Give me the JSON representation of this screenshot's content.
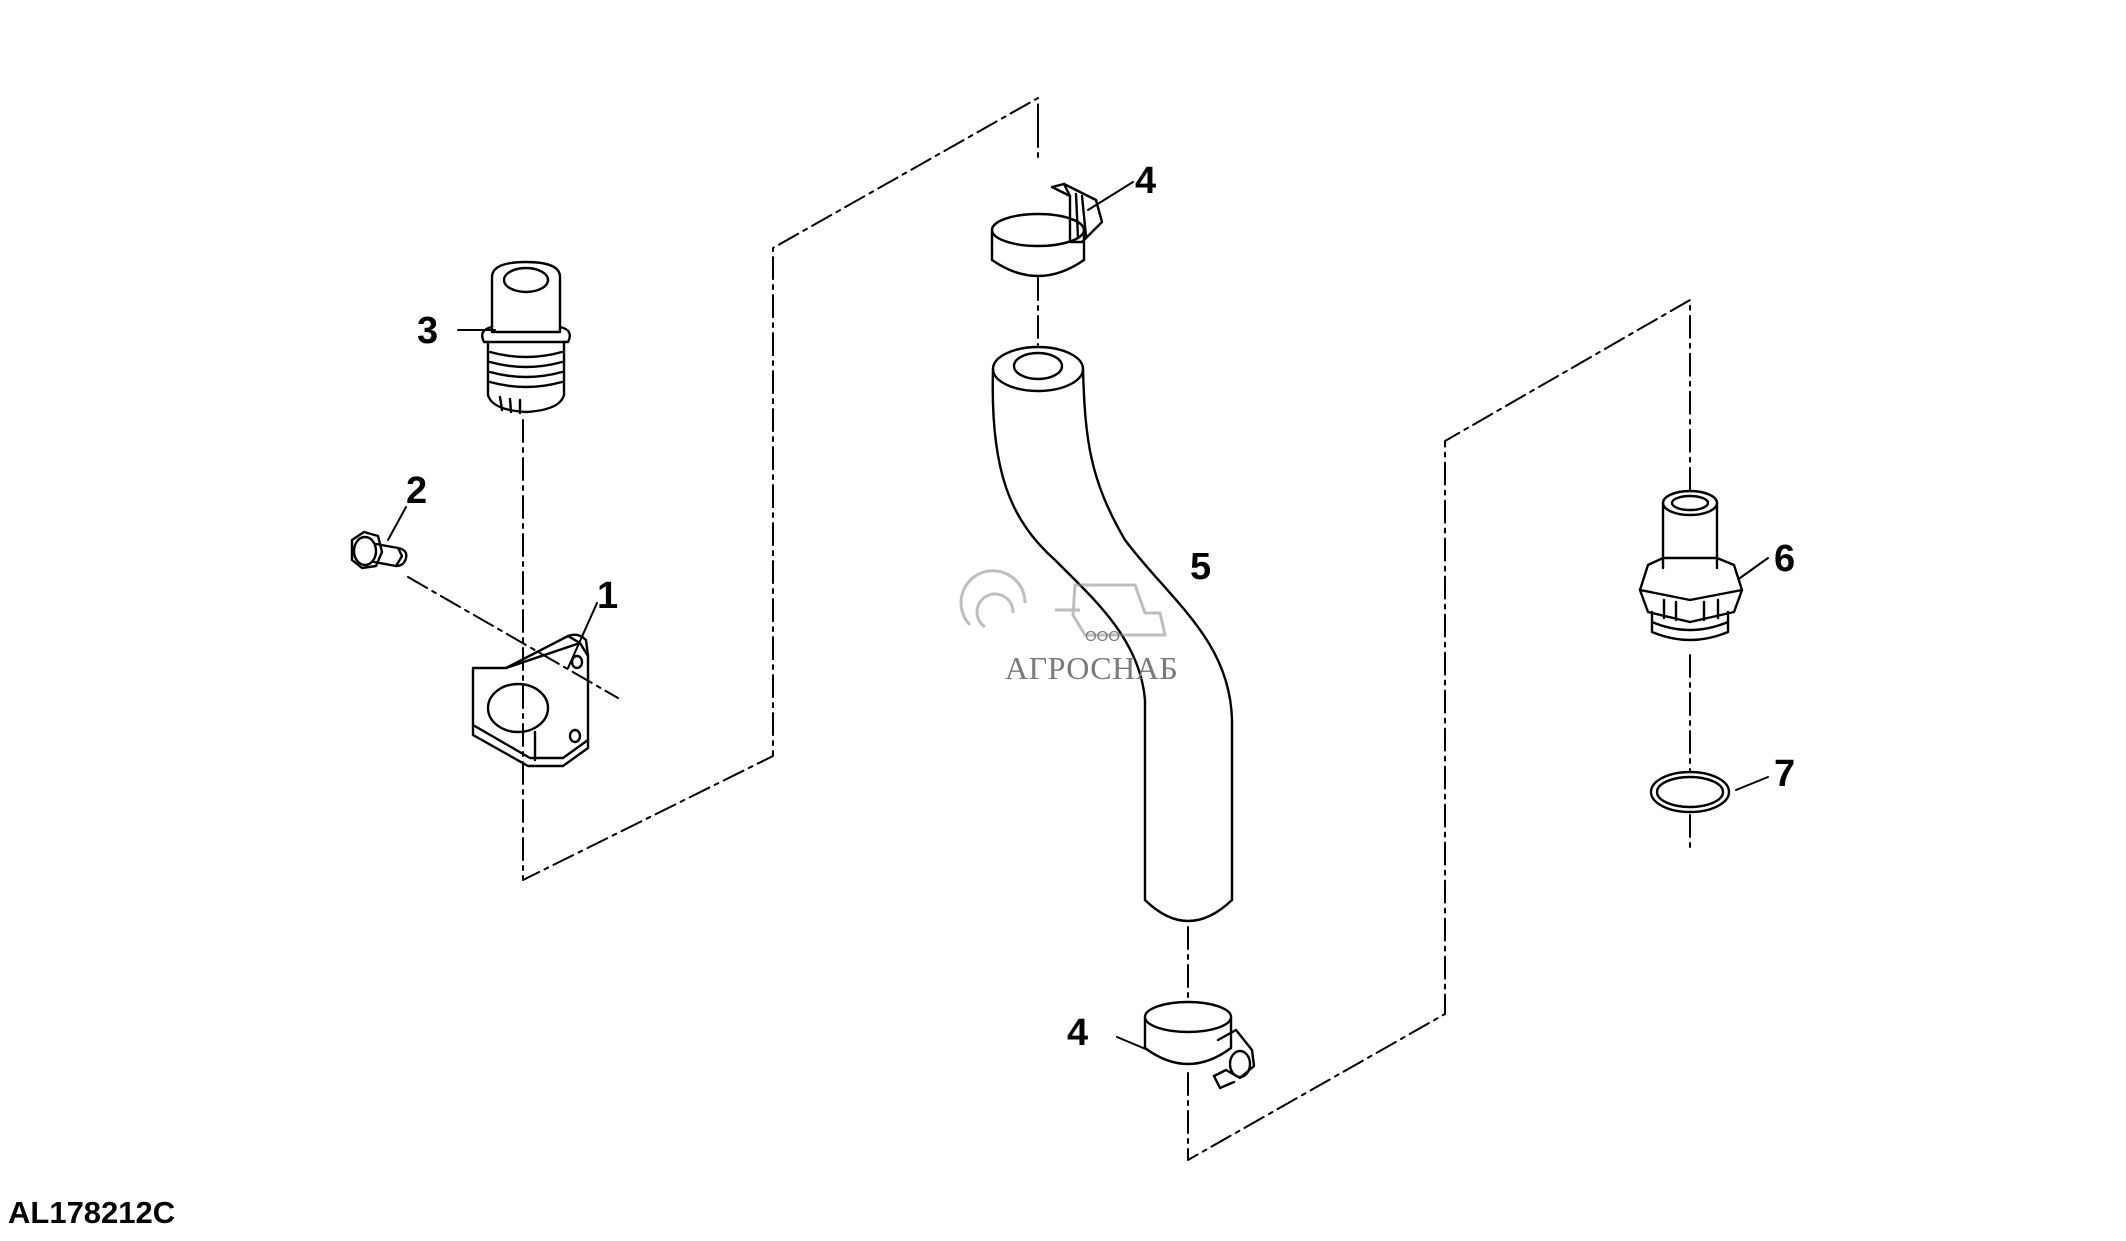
{
  "callouts": [
    {
      "id": "1",
      "text": "1"
    },
    {
      "id": "2",
      "text": "2"
    },
    {
      "id": "3",
      "text": "3"
    },
    {
      "id": "4a",
      "text": "4"
    },
    {
      "id": "4b",
      "text": "4"
    },
    {
      "id": "5",
      "text": "5"
    },
    {
      "id": "6",
      "text": "6"
    },
    {
      "id": "7",
      "text": "7"
    }
  ],
  "reference_code": "AL178212C",
  "watermark": {
    "small": "ООО",
    "big": "АГРОСНАБ"
  },
  "colors": {
    "line": "#000000",
    "watermark": "#8a8a8a",
    "background": "#ffffff"
  }
}
